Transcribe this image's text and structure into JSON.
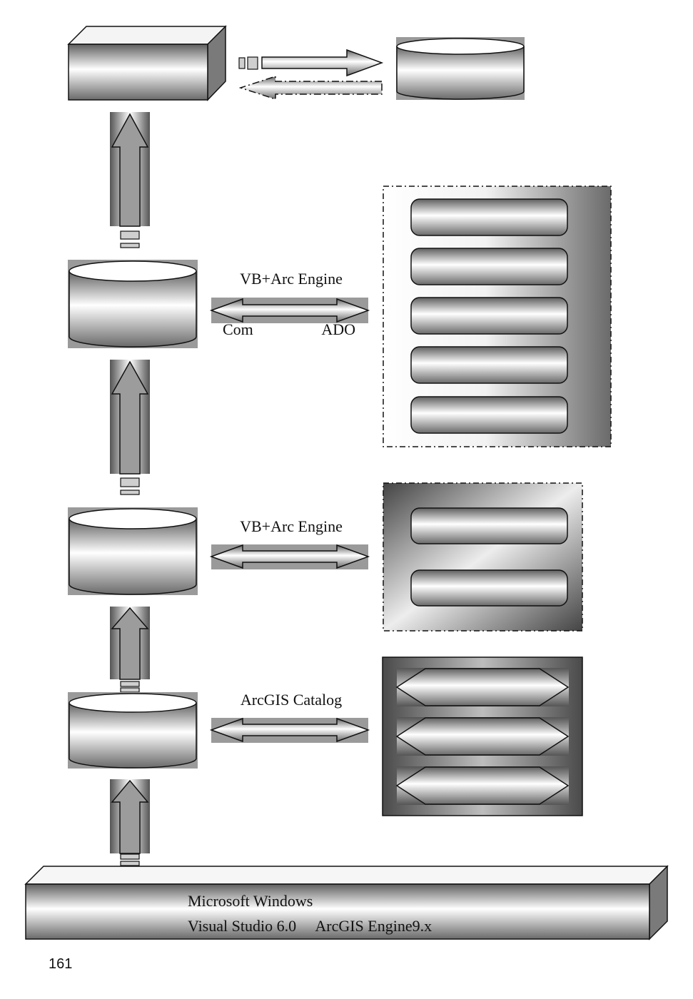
{
  "labels": {
    "upper_link": "VB+Arc Engine",
    "upper_link_left": "Com",
    "upper_link_right": "ADO",
    "middle_link": "VB+Arc Engine",
    "lower_link": "ArcGIS Catalog",
    "platform_line1": "Microsoft Windows",
    "platform_line2": "Visual Studio 6.0     ArcGIS Engine9.x"
  },
  "page_number": "161",
  "colors": {
    "stroke": "#111111",
    "metal_light": "#ffffff",
    "metal_dark": "#6e6e6e",
    "panel_dark": "#5a5a5a"
  }
}
